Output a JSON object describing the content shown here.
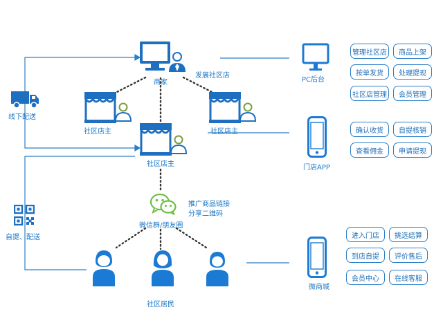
{
  "nodes": {
    "merchant": "商家",
    "expand_store": "发展社区店",
    "store_owner_left": "社区店主",
    "store_owner_right": "社区店主",
    "store_owner_center": "社区店主",
    "wechat_group": "微信群/朋友圈",
    "promote_line1": "推广商品链接",
    "promote_line2": "分享二维码",
    "residents": "社区居民"
  },
  "left": {
    "offline_delivery": "线下配送",
    "pickup_delivery": "自提、配送"
  },
  "platforms": {
    "pc": {
      "label": "PC后台",
      "tags": [
        "管理社区店",
        "商品上架",
        "按单发货",
        "处理提现",
        "社区店管理",
        "会员管理"
      ]
    },
    "store_app": {
      "label": "门店APP",
      "tags": [
        "确认收货",
        "自提核销",
        "查看佣金",
        "申请提现"
      ]
    },
    "micro_mall": {
      "label": "微商城",
      "tags": [
        "进入门店",
        "挑选结算",
        "到店自提",
        "评价售后",
        "会员中心",
        "在线客服"
      ]
    }
  },
  "colors": {
    "primary": "#1a7ad4",
    "dark_outline": "#1f5fa3",
    "line": "#2a7fc9",
    "dots": "#333333",
    "green": "#6fbf44"
  }
}
